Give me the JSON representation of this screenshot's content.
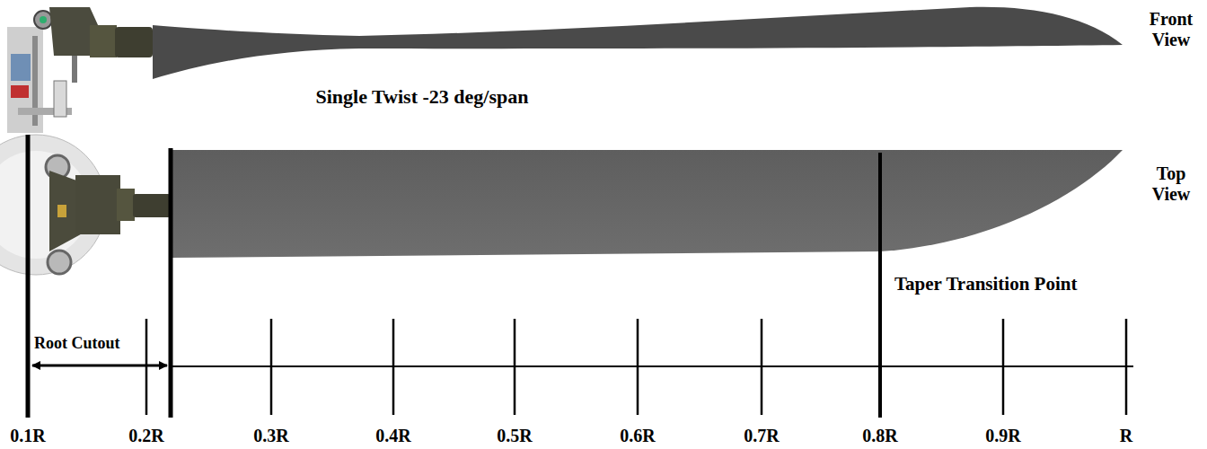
{
  "diagram": {
    "labels": [
      "Front View",
      "Single Twist -23 deg/span",
      "Top View",
      "Taper Transition Point",
      "Root Cutout",
      "0.1R",
      "0.2R",
      "0.3R",
      "0.4R",
      "0.5R",
      "0.6R",
      "0.7R",
      "0.8R",
      "0.9R",
      "R"
    ]
  }
}
